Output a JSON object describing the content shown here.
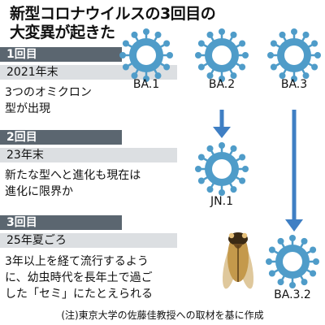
{
  "title_line1": "新型コロナウイルスの3回目の",
  "title_line2": "大変異が起きた",
  "periods": [
    {
      "label": "1回目",
      "date": "2021年末",
      "description": [
        "3つのオミクロン",
        "型が出現"
      ]
    },
    {
      "label": "2回目",
      "date": "23年末",
      "description": [
        "新たな型へと進化も現在は",
        "進化に限界か"
      ]
    },
    {
      "label": "3回目",
      "date": "25年夏ごろ",
      "description": [
        "3年以上を経て流行するよう",
        "に、幼虫時代を長年土で過ご",
        "した「セミ」にたとえられる"
      ]
    }
  ],
  "variants": {
    "ba1": "BA.1",
    "ba2": "BA.2",
    "ba3": "BA.3",
    "jn1": "JN.1",
    "ba32": "BA.3.2"
  },
  "note": "(注)東京大学の佐藤佳教授への取材を基に作成",
  "colors": {
    "virus_fill": "#4f9cc9",
    "virus_core": "#ffffff",
    "header_bg": "#5b6670",
    "date_bg": "#dcdfe2",
    "arrow": "#3f7fc4"
  },
  "icons": [
    "virus-icon",
    "cicada-icon",
    "down-arrow-icon"
  ]
}
